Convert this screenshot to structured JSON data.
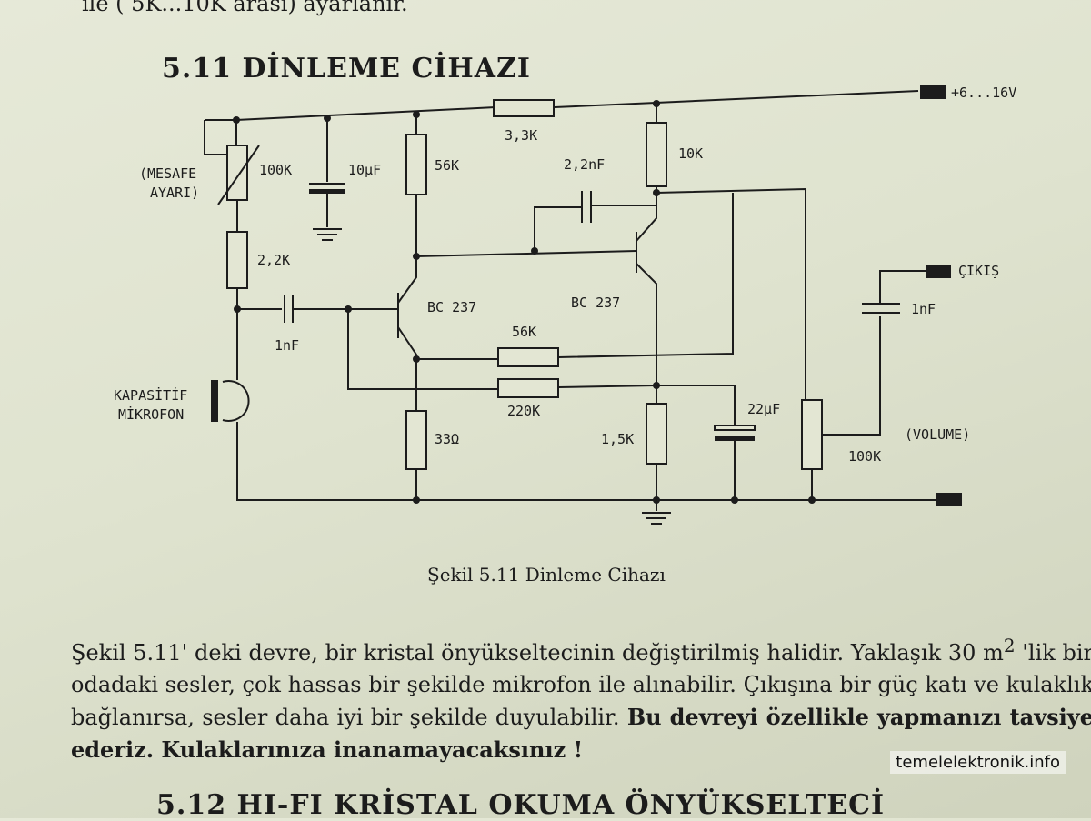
{
  "page": {
    "top_line": "ile ( 5K...10K arası) ayarlanır.",
    "section_heading": "5.11  DİNLEME CİHAZI",
    "figure_caption": "Şekil 5.11  Dinleme  Cihazı",
    "paragraph": {
      "part1": "Şekil 5.11' deki devre, bir kristal önyükseltecinin değiştirilmiş halidir. Yaklaşık 30 m",
      "sup": "2",
      "part2": " 'lik bir odadaki sesler, çok hassas bir şekilde mikrofon ile alınabilir. Çıkışına bir güç katı ve kulaklık bağlanırsa, sesler daha iyi bir şekilde duyulabilir. ",
      "bold": "Bu devreyi özellikle yapmanızı tavsiye ederiz. Kulaklarınıza inanamayacaksınız !"
    },
    "next_heading": "5.12  HI-FI KRİSTAL OKUMA ÖNYÜKSELTECİ",
    "watermark": "temelelektronik.info"
  },
  "schematic": {
    "supply": "+6...16V",
    "output": "ÇIKIŞ",
    "mesafe_line1": "(MESAFE",
    "mesafe_line2": "AYARI)",
    "mic_line1": "KAPASİTİF",
    "mic_line2": "MİKROFON",
    "volume": "(VOLUME)",
    "components": {
      "r_100k": "100K",
      "c_10uf": "10µF",
      "r_56k_top": "56K",
      "r_3_3k": "3,3K",
      "r_10k": "10K",
      "c_2_2nf": "2,2nF",
      "r_2_2k": "2,2K",
      "c_1nf_in": "1nF",
      "q1": "BC 237",
      "q2": "BC 237",
      "r_56k_fb": "56K",
      "r_220k": "220K",
      "r_33": "33Ω",
      "r_1_5k": "1,5K",
      "c_22uf": "22µF",
      "c_1nf_out": "1nF",
      "pot_100k": "100K"
    }
  },
  "colors": {
    "paper": "#e3e6d3",
    "ink": "#1c1c1c"
  }
}
